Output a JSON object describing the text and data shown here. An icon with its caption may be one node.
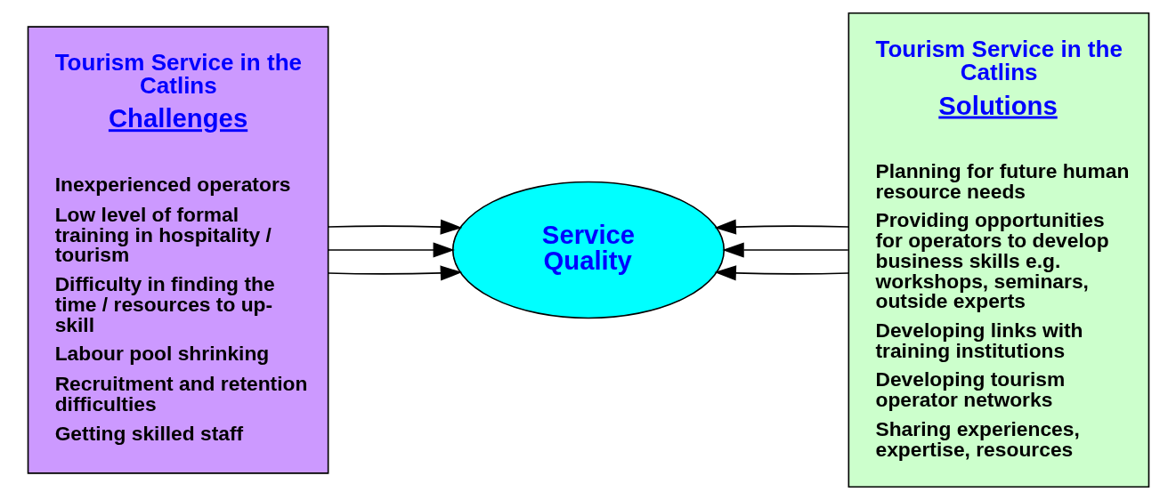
{
  "diagram": {
    "nodes": [
      {
        "text": [
          "Tourism Service in the Catlins",
          "Challenges",
          "Inexperienced operators",
          "Low level of formal training in hospitality / tourism",
          "Difficulty in finding the time / resources to up-skill",
          "Labour pool shrinking",
          "Recruitment and retention difficulties",
          "Getting skilled staff"
        ]
      },
      {
        "text": [
          "Service Quality"
        ]
      },
      {
        "text": [
          "Tourism Service in the Catlins",
          "Solutions",
          "Planning for future human resource needs",
          "Providing opportunities for operators to develop business skills e.g. workshops, seminars, outside experts",
          "Developing links with training institutions",
          "Developing tourism operator networks",
          "Sharing experiences, expertise, resources"
        ]
      }
    ],
    "edges": [
      {
        "from": 0,
        "to": 1,
        "arrow": "to"
      },
      {
        "from": 0,
        "to": 1,
        "arrow": "to"
      },
      {
        "from": 0,
        "to": 1,
        "arrow": "to"
      },
      {
        "from": 2,
        "to": 1,
        "arrow": "to"
      },
      {
        "from": 2,
        "to": 1,
        "arrow": "to"
      },
      {
        "from": 2,
        "to": 1,
        "arrow": "to"
      }
    ]
  }
}
